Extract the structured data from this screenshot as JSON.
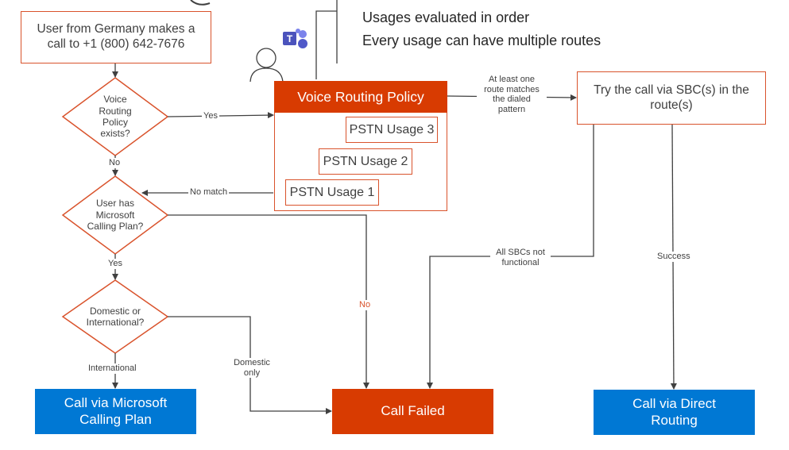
{
  "colors": {
    "accent_orange": "#d9532c",
    "policy_red": "#d83b01",
    "blue": "#0078d4",
    "line_gray": "#404040"
  },
  "notes": {
    "line1": "Usages evaluated in order",
    "line2": "Every usage can have multiple routes"
  },
  "icons": {
    "teams": "teams-logo",
    "user": "user-icon"
  },
  "nodes": {
    "start": "User from Germany makes a call to +1 (800) 642-7676",
    "policy_exists": "Voice Routing Policy exists?",
    "has_calling_plan": "User has Microsoft Calling Plan?",
    "domestic_or_intl": "Domestic or International?",
    "policy_title": "Voice Routing Policy",
    "usage3": "PSTN Usage 3",
    "usage2": "PSTN Usage 2",
    "usage1": "PSTN Usage 1",
    "try_sbc": "Try the call via SBC(s) in the route(s)",
    "calling_plan": "Call via Microsoft Calling Plan",
    "call_failed": "Call Failed",
    "direct_routing": "Call via Direct Routing"
  },
  "edge_labels": {
    "yes1": "Yes",
    "no1": "No",
    "no_match": "No match",
    "yes2": "Yes",
    "no2": "No",
    "route_matches": "At least one route matches the dialed pattern",
    "all_sbc": "All SBCs not functional",
    "success": "Success",
    "international": "International",
    "domestic_only": "Domestic only"
  }
}
